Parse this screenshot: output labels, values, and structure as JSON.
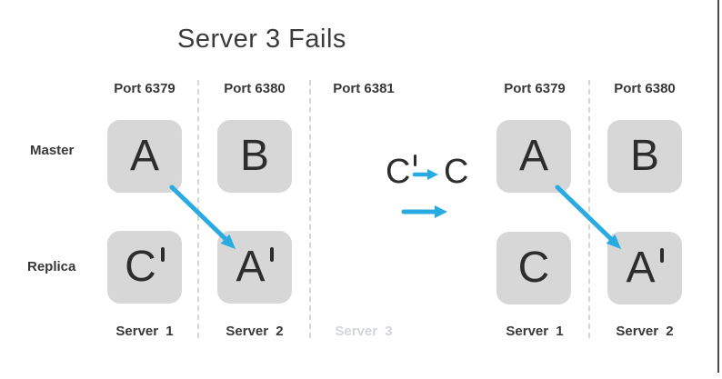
{
  "title": "Server 3 Fails",
  "row_labels": {
    "master": "Master",
    "replica": "Replica"
  },
  "left": {
    "ports": [
      "Port 6379",
      "Port 6380",
      "Port 6381"
    ],
    "boxes": {
      "master": [
        "A",
        "B"
      ],
      "replica": [
        "C",
        "A"
      ]
    },
    "servers": [
      "Server 1",
      "Server 2",
      "Server 3"
    ]
  },
  "middle": {
    "from": "C",
    "to": "C"
  },
  "right": {
    "ports": [
      "Port 6379",
      "Port 6380"
    ],
    "boxes": {
      "master": [
        "A",
        "B"
      ],
      "replica": [
        "C",
        "A"
      ]
    },
    "servers": [
      "Server 1",
      "Server 2"
    ]
  },
  "colors": {
    "arrow": "#29abe2",
    "box": "#d7d7d7",
    "ink": "#2d2d2d",
    "muted_label": "#d2d5d9",
    "dashed_line": "#d6d6d6",
    "frame": "#4a4a4a"
  }
}
